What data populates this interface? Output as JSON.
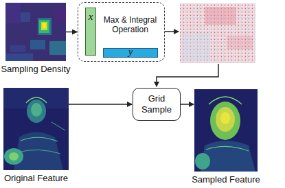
{
  "diagram": {
    "nodes": [
      {
        "text": [
          "Sampling Density"
        ]
      },
      {
        "text": [
          "Max & Integral Operation"
        ]
      },
      {
        "text": [
          "x"
        ],
        "in": 1
      },
      {
        "text": [
          "y"
        ],
        "in": 1
      },
      {
        "text": [
          "Original Feature"
        ]
      },
      {
        "text": [
          "Grid Sample"
        ]
      },
      {
        "text": [
          "Sampled Feature"
        ]
      }
    ],
    "edges": [
      {
        "from": 0,
        "to": 1,
        "arrow": "to"
      },
      {
        "from": 4,
        "to": 5,
        "arrow": "to"
      },
      {
        "from": 5,
        "to": 6,
        "arrow": "to"
      }
    ]
  }
}
